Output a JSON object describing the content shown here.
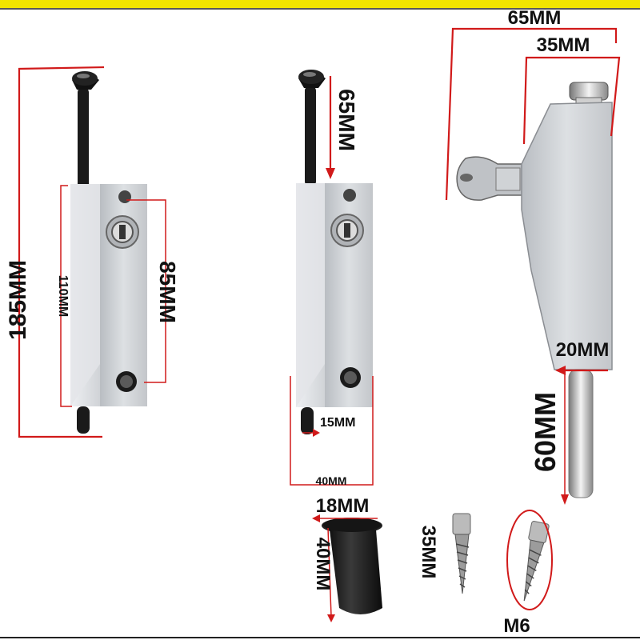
{
  "colors": {
    "top_band": "#f2e500",
    "dimension_line": "#d11a1a",
    "metal": "#c9ccd1",
    "rubber": "#1c1c1c"
  },
  "labels": {
    "lock1_total_length": "185MM",
    "lock1_body_length": "110MM",
    "lock1_hole_spacing": "85MM",
    "lock2_bolt_length": "65MM",
    "lock2_bolt_offset": "15MM",
    "lock2_width": "40MM",
    "side_total_width": "65MM",
    "side_top_width": "35MM",
    "side_bolt_depth": "20MM",
    "side_bolt_length": "60MM",
    "sleeve_diameter": "18MM",
    "sleeve_length": "40MM",
    "screw_length": "35MM",
    "screw_thread": "M6"
  }
}
